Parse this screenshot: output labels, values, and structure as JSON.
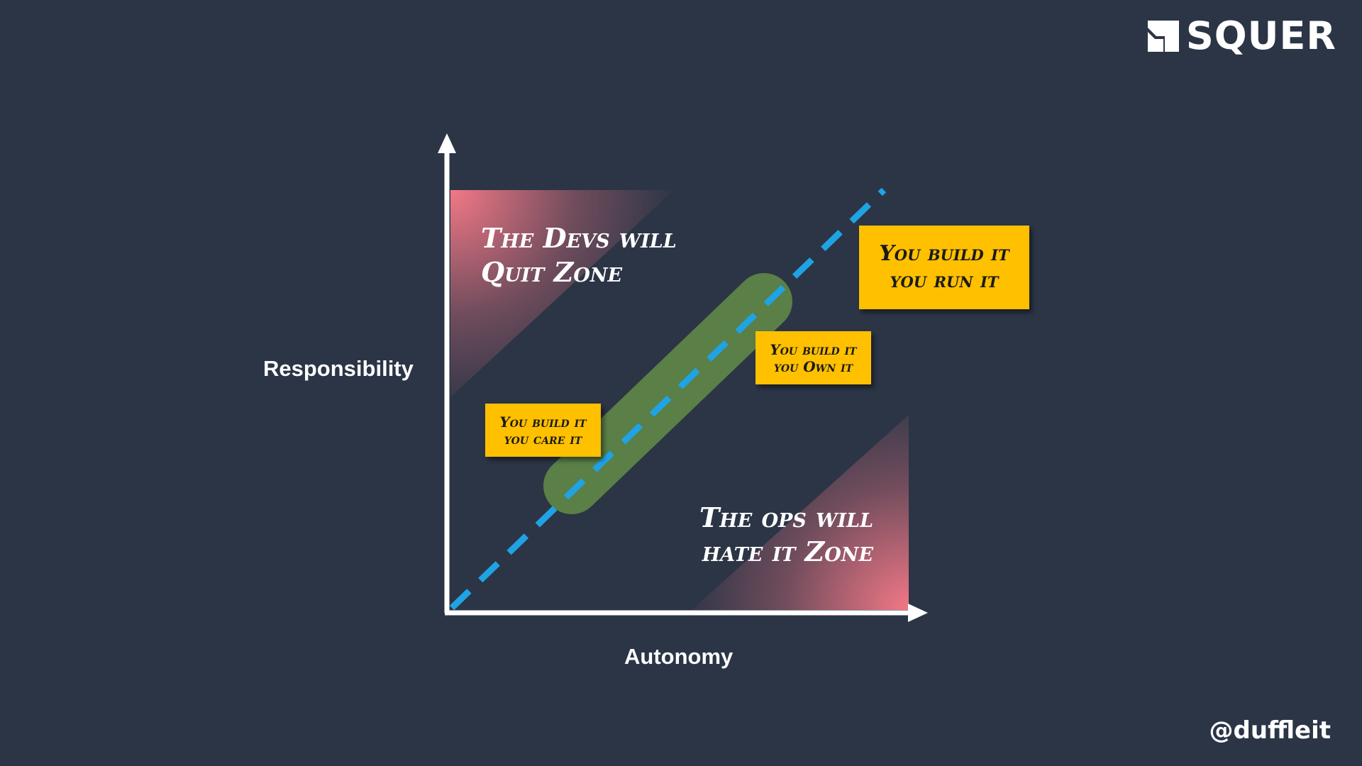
{
  "brand": {
    "name": "SQUER",
    "logo_icon": "squer-logo-icon"
  },
  "handle": "@duffleit",
  "axes": {
    "ylabel": "Responsibility",
    "xlabel": "Autonomy"
  },
  "zones": {
    "devs_quit": {
      "line1": "The Devs will",
      "line2": "Quit Zone",
      "color": "#f27886"
    },
    "ops_hate": {
      "line1": "The ops will",
      "line2": "hate it Zone",
      "color": "#f27886"
    }
  },
  "notes": {
    "run": {
      "line1": "You build it",
      "line2": "you run it"
    },
    "own": {
      "line1": "You build it",
      "line2": "you Own it"
    },
    "care": {
      "line1": "You build it",
      "line2": "you care it"
    }
  },
  "colors": {
    "background": "#2b3546",
    "sticky": "#ffc000",
    "diagonal": "#1fa3e4",
    "band": "#5a7f47",
    "axis": "#ffffff"
  }
}
